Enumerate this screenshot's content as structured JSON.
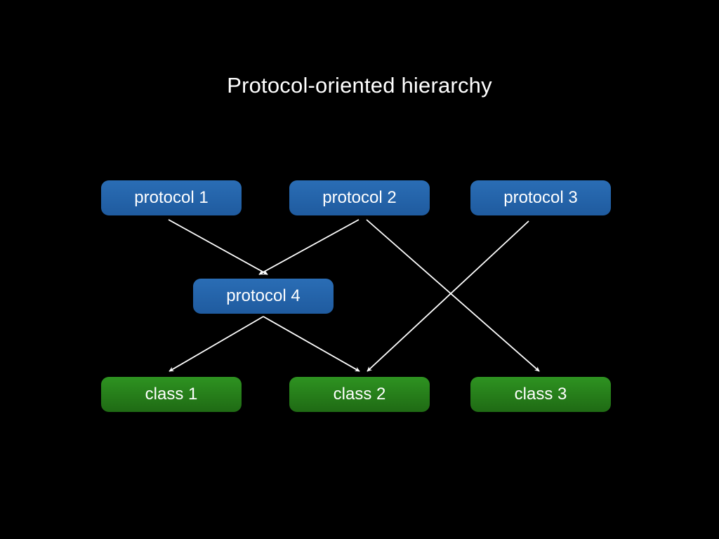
{
  "title": "Protocol-oriented hierarchy",
  "colors": {
    "background": "#000000",
    "protocol_box": "#2566ab",
    "class_box": "#27801b",
    "text": "#ffffff",
    "arrow": "#ffffff"
  },
  "nodes": {
    "protocol_1": "protocol 1",
    "protocol_2": "protocol 2",
    "protocol_3": "protocol 3",
    "protocol_4": "protocol 4",
    "class_1": "class 1",
    "class_2": "class 2",
    "class_3": "class 3"
  },
  "edges": [
    {
      "from": "protocol 1",
      "to": "protocol 4"
    },
    {
      "from": "protocol 2",
      "to": "protocol 4"
    },
    {
      "from": "protocol 2",
      "to": "class 3"
    },
    {
      "from": "protocol 3",
      "to": "class 2"
    },
    {
      "from": "protocol 4",
      "to": "class 1"
    },
    {
      "from": "protocol 4",
      "to": "class 2"
    }
  ]
}
